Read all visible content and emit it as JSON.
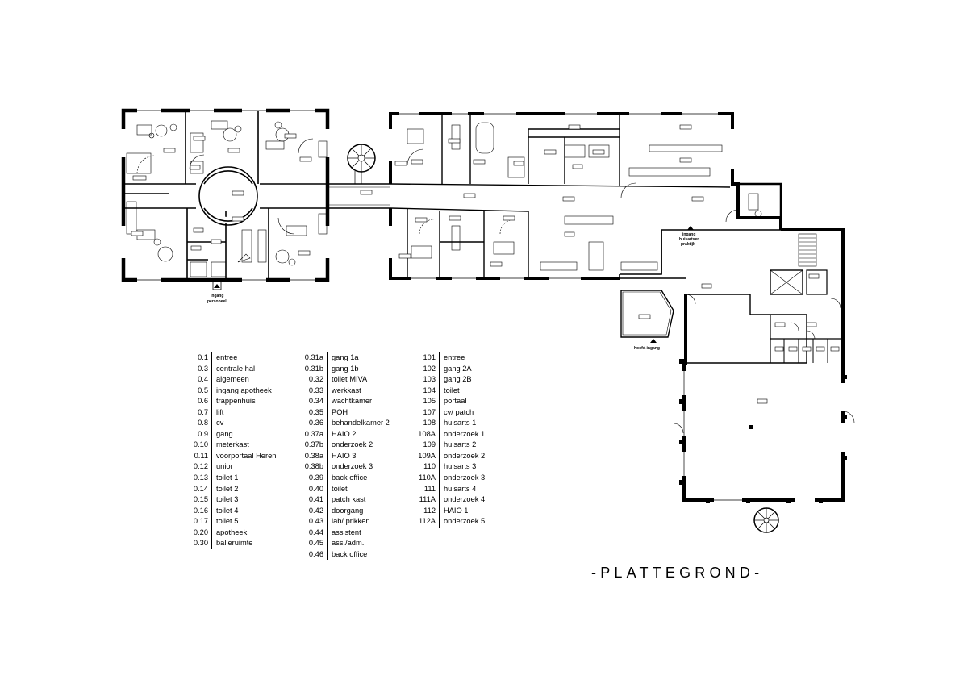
{
  "title": "-PLATTEGROND-",
  "entrance_labels": {
    "personeel": [
      "ingang",
      "personeel"
    ],
    "hoofd": [
      "hoofd-ingang"
    ],
    "huisarts": [
      "ingang",
      "huisartsen",
      "praktijk"
    ]
  },
  "legend": [
    [
      {
        "code": "0.1",
        "name": "entree"
      },
      {
        "code": "0.3",
        "name": "centrale hal"
      },
      {
        "code": "0.4",
        "name": "algemeen"
      },
      {
        "code": "0.5",
        "name": "ingang apotheek"
      },
      {
        "code": "0.6",
        "name": "trappenhuis"
      },
      {
        "code": "0.7",
        "name": "lift"
      },
      {
        "code": "0.8",
        "name": "cv"
      },
      {
        "code": "0.9",
        "name": "gang"
      },
      {
        "code": "0.10",
        "name": "meterkast"
      },
      {
        "code": "0.11",
        "name": "voorportaal Heren"
      },
      {
        "code": "0.12",
        "name": "unior"
      },
      {
        "code": "0.13",
        "name": "toilet 1"
      },
      {
        "code": "0.14",
        "name": "toilet 2"
      },
      {
        "code": "0.15",
        "name": "toilet 3"
      },
      {
        "code": "0.16",
        "name": "toilet 4"
      },
      {
        "code": "0.17",
        "name": "toilet 5"
      },
      {
        "code": "0.20",
        "name": "apotheek"
      },
      {
        "code": "0.30",
        "name": "balieruimte"
      }
    ],
    [
      {
        "code": "0.31a",
        "name": "gang 1a"
      },
      {
        "code": "0.31b",
        "name": "gang 1b"
      },
      {
        "code": "0.32",
        "name": "toilet MIVA"
      },
      {
        "code": "0.33",
        "name": "werkkast"
      },
      {
        "code": "0.34",
        "name": "wachtkamer"
      },
      {
        "code": "0.35",
        "name": "POH"
      },
      {
        "code": "0.36",
        "name": "behandelkamer 2"
      },
      {
        "code": "0.37a",
        "name": "HAIO 2"
      },
      {
        "code": "0.37b",
        "name": "onderzoek 2"
      },
      {
        "code": "0.38a",
        "name": "HAIO 3"
      },
      {
        "code": "0.38b",
        "name": "onderzoek 3"
      },
      {
        "code": "0.39",
        "name": "back office"
      },
      {
        "code": "0.40",
        "name": "toilet"
      },
      {
        "code": "0.41",
        "name": "patch kast"
      },
      {
        "code": "0.42",
        "name": "doorgang"
      },
      {
        "code": "0.43",
        "name": "lab/ prikken"
      },
      {
        "code": "0.44",
        "name": "assistent"
      },
      {
        "code": "0.45",
        "name": "ass./adm."
      },
      {
        "code": "0.46",
        "name": "back office"
      }
    ],
    [
      {
        "code": "101",
        "name": "entree"
      },
      {
        "code": "102",
        "name": "gang 2A"
      },
      {
        "code": "103",
        "name": "gang 2B"
      },
      {
        "code": "104",
        "name": "toilet"
      },
      {
        "code": "105",
        "name": "portaal"
      },
      {
        "code": "107",
        "name": "cv/ patch"
      },
      {
        "code": "108",
        "name": "huisarts 1"
      },
      {
        "code": "108A",
        "name": "onderzoek 1"
      },
      {
        "code": "109",
        "name": "huisarts 2"
      },
      {
        "code": "109A",
        "name": "onderzoek 2"
      },
      {
        "code": "110",
        "name": "huisarts 3"
      },
      {
        "code": "110A",
        "name": "onderzoek 3"
      },
      {
        "code": "111",
        "name": "huisarts 4"
      },
      {
        "code": "111A",
        "name": "onderzoek 4"
      },
      {
        "code": "112",
        "name": "HAIO 1"
      },
      {
        "code": "112A",
        "name": "onderzoek 5"
      }
    ]
  ]
}
